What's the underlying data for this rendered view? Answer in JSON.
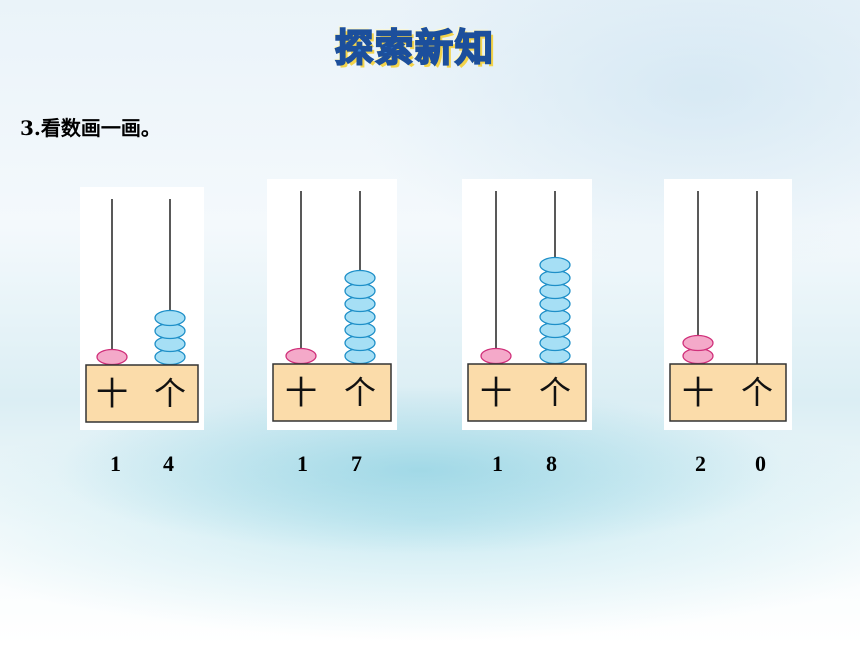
{
  "title": "探索新知",
  "question": "3.看数画一画。",
  "place_labels": {
    "tens": "十",
    "ones": "个"
  },
  "abacuses": [
    {
      "tens_digit": "1",
      "ones_digit": "4",
      "tens_beads": 1,
      "ones_beads": 4
    },
    {
      "tens_digit": "1",
      "ones_digit": "7",
      "tens_beads": 1,
      "ones_beads": 7
    },
    {
      "tens_digit": "1",
      "ones_digit": "8",
      "tens_beads": 1,
      "ones_beads": 8
    },
    {
      "tens_digit": "2",
      "ones_digit": "0",
      "tens_beads": 2,
      "ones_beads": 0
    }
  ],
  "colors": {
    "tens_bead": "#f4a9c9",
    "ones_bead": "#a6dff5",
    "base": "#fbdcaa"
  }
}
